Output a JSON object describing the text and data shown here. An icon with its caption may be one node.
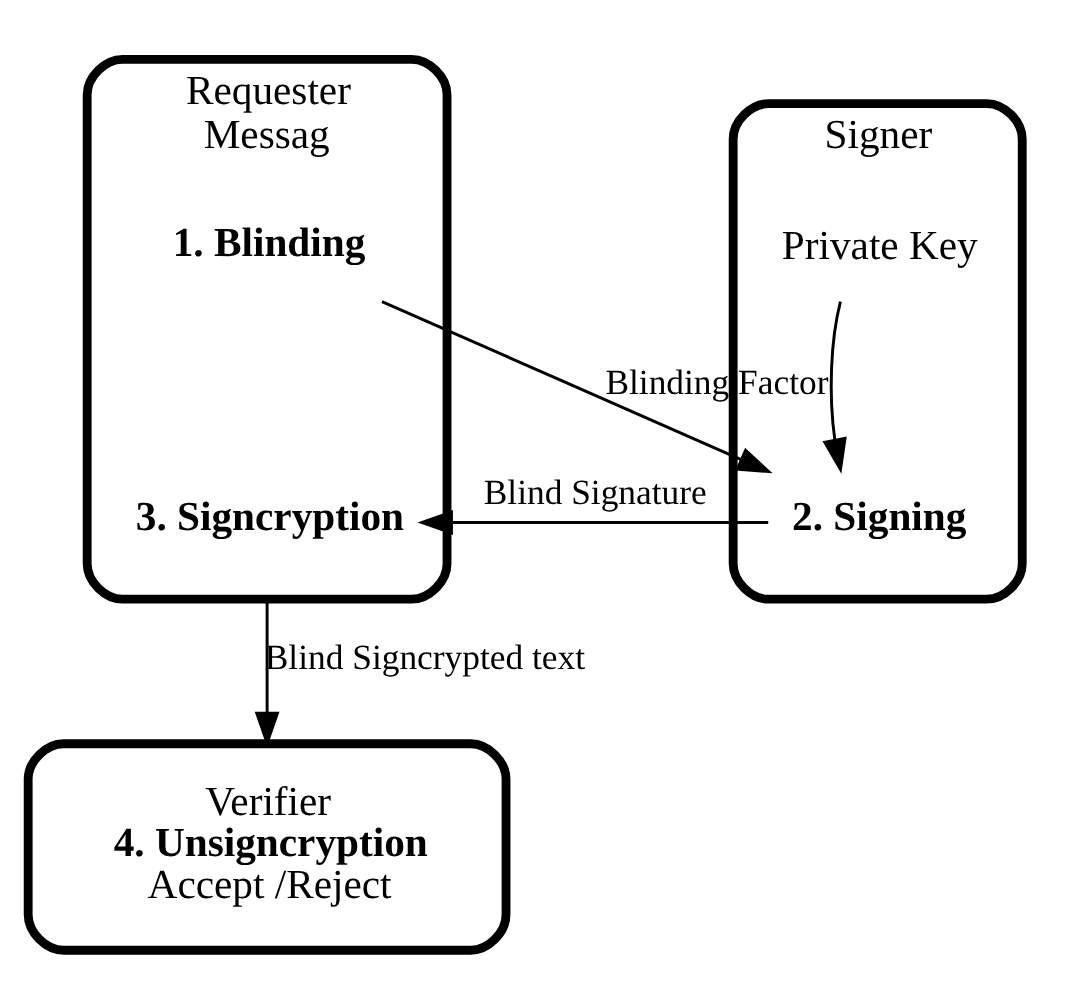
{
  "diagram": {
    "nodes": [
      {
        "text": [
          "Requester",
          "Messag"
        ]
      },
      {
        "text": [
          "1. Blinding"
        ],
        "in": 0
      },
      {
        "text": [
          "3. Signcryption"
        ],
        "in": 0
      },
      {
        "text": [
          "Signer"
        ]
      },
      {
        "text": [
          "Private Key"
        ],
        "in": 3
      },
      {
        "text": [
          "2. Signing"
        ],
        "in": 3
      },
      {
        "text": [
          "Verifier",
          "4. Unsigncryption",
          "Accept /Reject"
        ]
      }
    ],
    "edges": [
      {
        "from": 1,
        "to": 5,
        "arrow": "to",
        "label": "Blinding Factor"
      },
      {
        "from": 4,
        "to": 5,
        "arrow": "to"
      },
      {
        "from": 5,
        "to": 2,
        "arrow": "to",
        "label": "Blind Signature"
      },
      {
        "from": 0,
        "to": 6,
        "arrow": "to",
        "label": "Blind Signcrypted text"
      }
    ]
  }
}
